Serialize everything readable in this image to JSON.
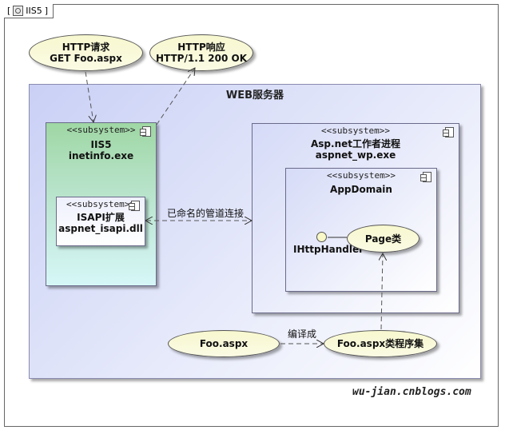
{
  "frame": {
    "title": "IIS5"
  },
  "requests": {
    "request": {
      "line1": "HTTP请求",
      "line2": "GET Foo.aspx"
    },
    "response": {
      "line1": "HTTP响应",
      "line2": "HTTP/1.1 200 OK"
    }
  },
  "web_server": {
    "title": "WEB服务器"
  },
  "iis5": {
    "stereotype": "<<subsystem>>",
    "name": "IIS5",
    "subname": "inetinfo.exe"
  },
  "isapi": {
    "stereotype": "<<subsystem>>",
    "name": "ISAPI扩展",
    "subname": "aspnet_isapi.dll"
  },
  "worker": {
    "stereotype": "<<subsystem>>",
    "name": "Asp.net工作者进程",
    "subname": "aspnet_wp.exe"
  },
  "appdomain": {
    "stereotype": "<<subsystem>>",
    "name": "AppDomain"
  },
  "interface": {
    "name": "IHttpHandler"
  },
  "page_class": {
    "name": "Page类"
  },
  "foo_aspx": {
    "name": "Foo.aspx"
  },
  "foo_assembly": {
    "name": "Foo.aspx类程序集"
  },
  "connectors": {
    "named_pipe": "已命名的管道连接",
    "compile": "编译成"
  },
  "footer": {
    "text": "wu-jian.cnblogs.com"
  }
}
